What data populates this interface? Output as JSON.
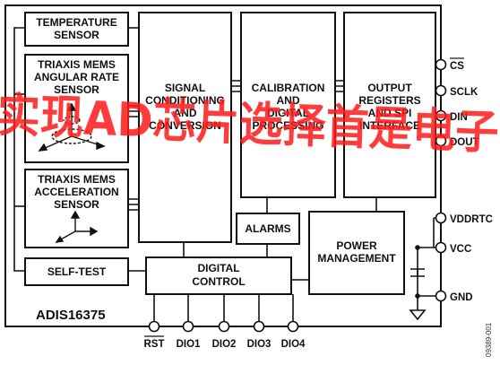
{
  "blocks": {
    "temperature": [
      "TEMPERATURE",
      "SENSOR"
    ],
    "gyro": [
      "TRIAXIS MEMS",
      "ANGULAR RATE",
      "SENSOR"
    ],
    "accel": [
      "TRIAXIS MEMS",
      "ACCELERATION",
      "SENSOR"
    ],
    "signal": [
      "SIGNAL",
      "CONDITIONING",
      "AND",
      "CONVERSION"
    ],
    "calibration": [
      "CALIBRATION",
      "AND",
      "DIGITAL",
      "PROCESSING"
    ],
    "output": [
      "OUTPUT",
      "REGISTERS",
      "AND SPI",
      "INTERFACE"
    ],
    "alarms": "ALARMS",
    "power": [
      "POWER",
      "MANAGEMENT"
    ],
    "selftest": "SELF-TEST",
    "digital": [
      "DIGITAL",
      "CONTROL"
    ]
  },
  "part_number": "ADIS16375",
  "pins_right": {
    "cs": "CS",
    "sclk": "SCLK",
    "din": "DIN",
    "dout": "DOUT",
    "vddrtc": "VDDRTC",
    "vcc": "VCC",
    "gnd": "GND"
  },
  "pins_bottom": {
    "rst": "RST",
    "dio1": "DIO1",
    "dio2": "DIO2",
    "dio3": "DIO3",
    "dio4": "DIO4"
  },
  "figure_code": "09389-001",
  "watermark": "实现AD芯片选择首是电子"
}
